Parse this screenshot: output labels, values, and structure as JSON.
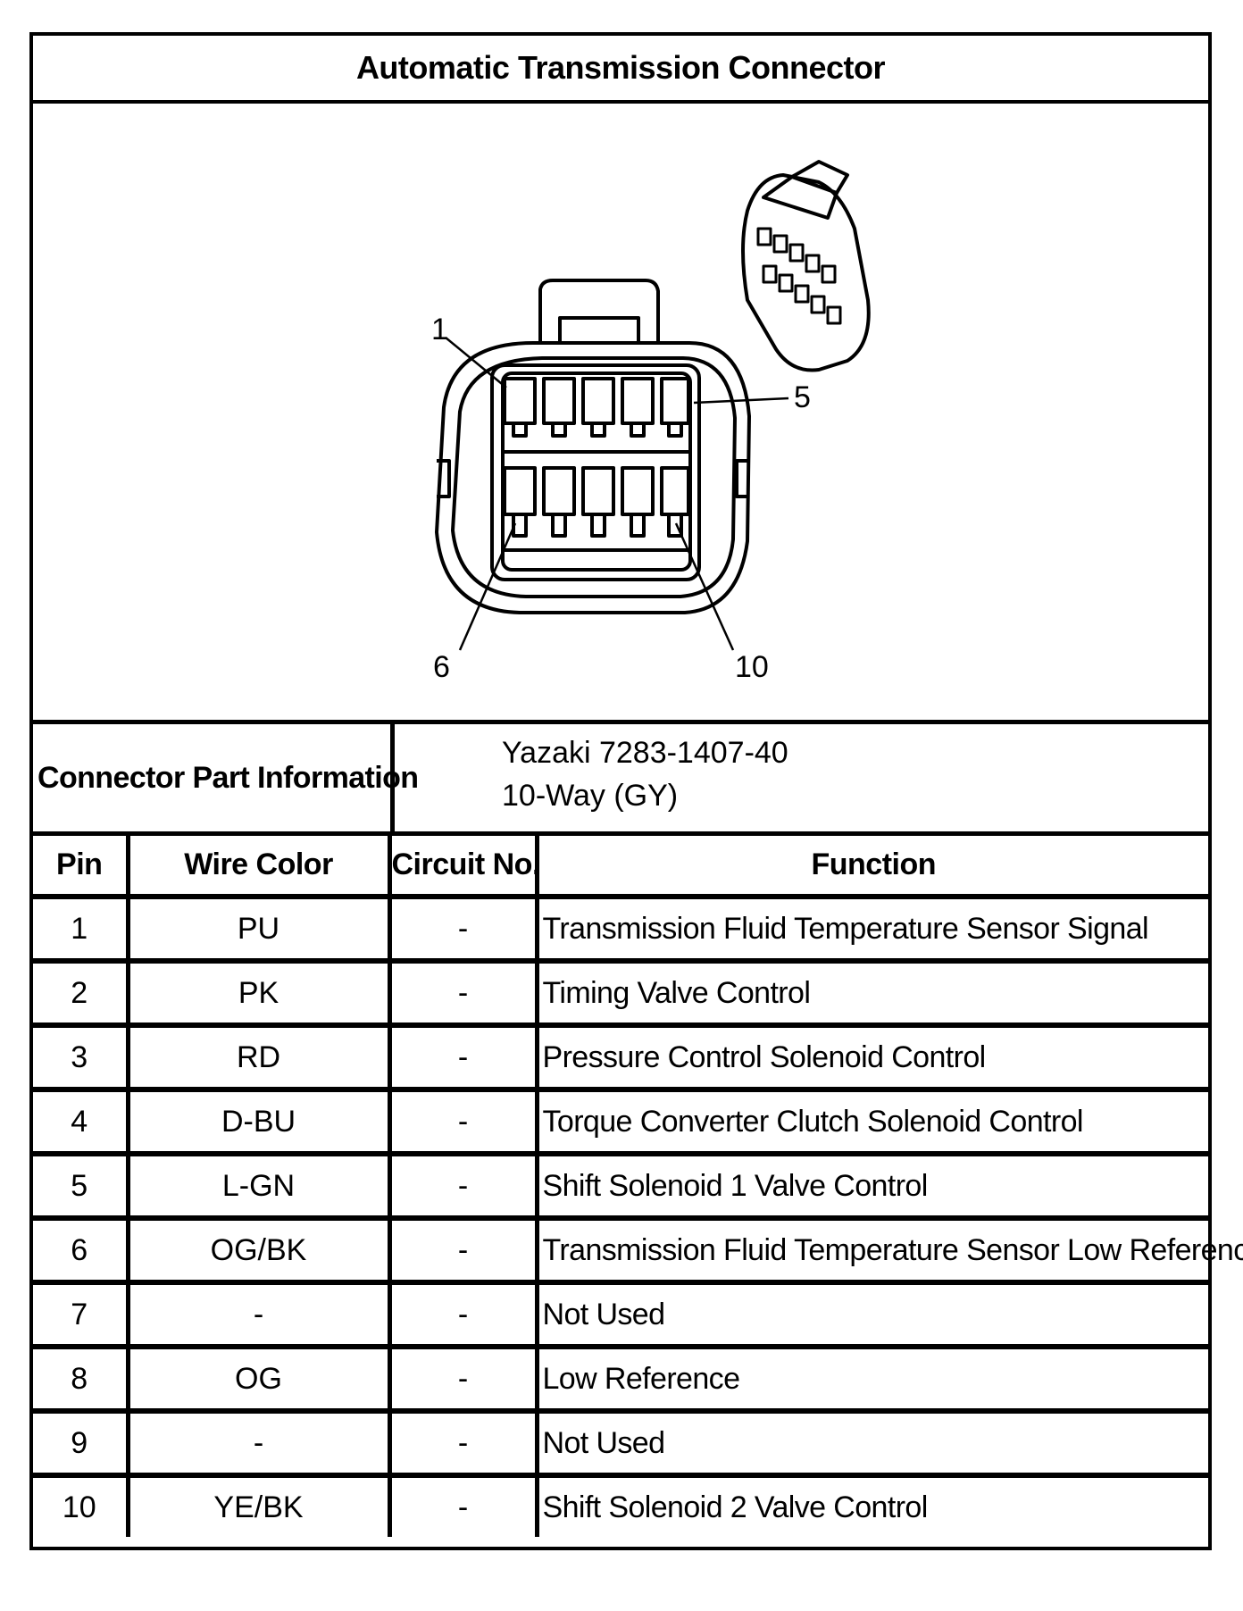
{
  "title": "Automatic Transmission Connector",
  "figure": {
    "callouts": [
      "1",
      "5",
      "6",
      "10"
    ]
  },
  "part_info": {
    "label": "Connector Part Information",
    "part_number": "Yazaki 7283-1407-40",
    "description": "10-Way (GY)"
  },
  "table": {
    "headers": [
      "Pin",
      "Wire Color",
      "Circuit No.",
      "Function"
    ],
    "rows": [
      {
        "pin": "1",
        "wire": "PU",
        "circuit": "-",
        "function": "Transmission Fluid Temperature Sensor Signal"
      },
      {
        "pin": "2",
        "wire": "PK",
        "circuit": "-",
        "function": "Timing Valve Control"
      },
      {
        "pin": "3",
        "wire": "RD",
        "circuit": "-",
        "function": "Pressure Control Solenoid Control"
      },
      {
        "pin": "4",
        "wire": "D-BU",
        "circuit": "-",
        "function": "Torque Converter Clutch Solenoid Control"
      },
      {
        "pin": "5",
        "wire": "L-GN",
        "circuit": "-",
        "function": "Shift Solenoid 1 Valve Control"
      },
      {
        "pin": "6",
        "wire": "OG/BK",
        "circuit": "-",
        "function": "Transmission Fluid Temperature Sensor Low Reference"
      },
      {
        "pin": "7",
        "wire": "-",
        "circuit": "-",
        "function": "Not Used"
      },
      {
        "pin": "8",
        "wire": "OG",
        "circuit": "-",
        "function": "Low Reference"
      },
      {
        "pin": "9",
        "wire": "-",
        "circuit": "-",
        "function": "Not Used"
      },
      {
        "pin": "10",
        "wire": "YE/BK",
        "circuit": "-",
        "function": "Shift Solenoid 2 Valve Control"
      }
    ]
  }
}
